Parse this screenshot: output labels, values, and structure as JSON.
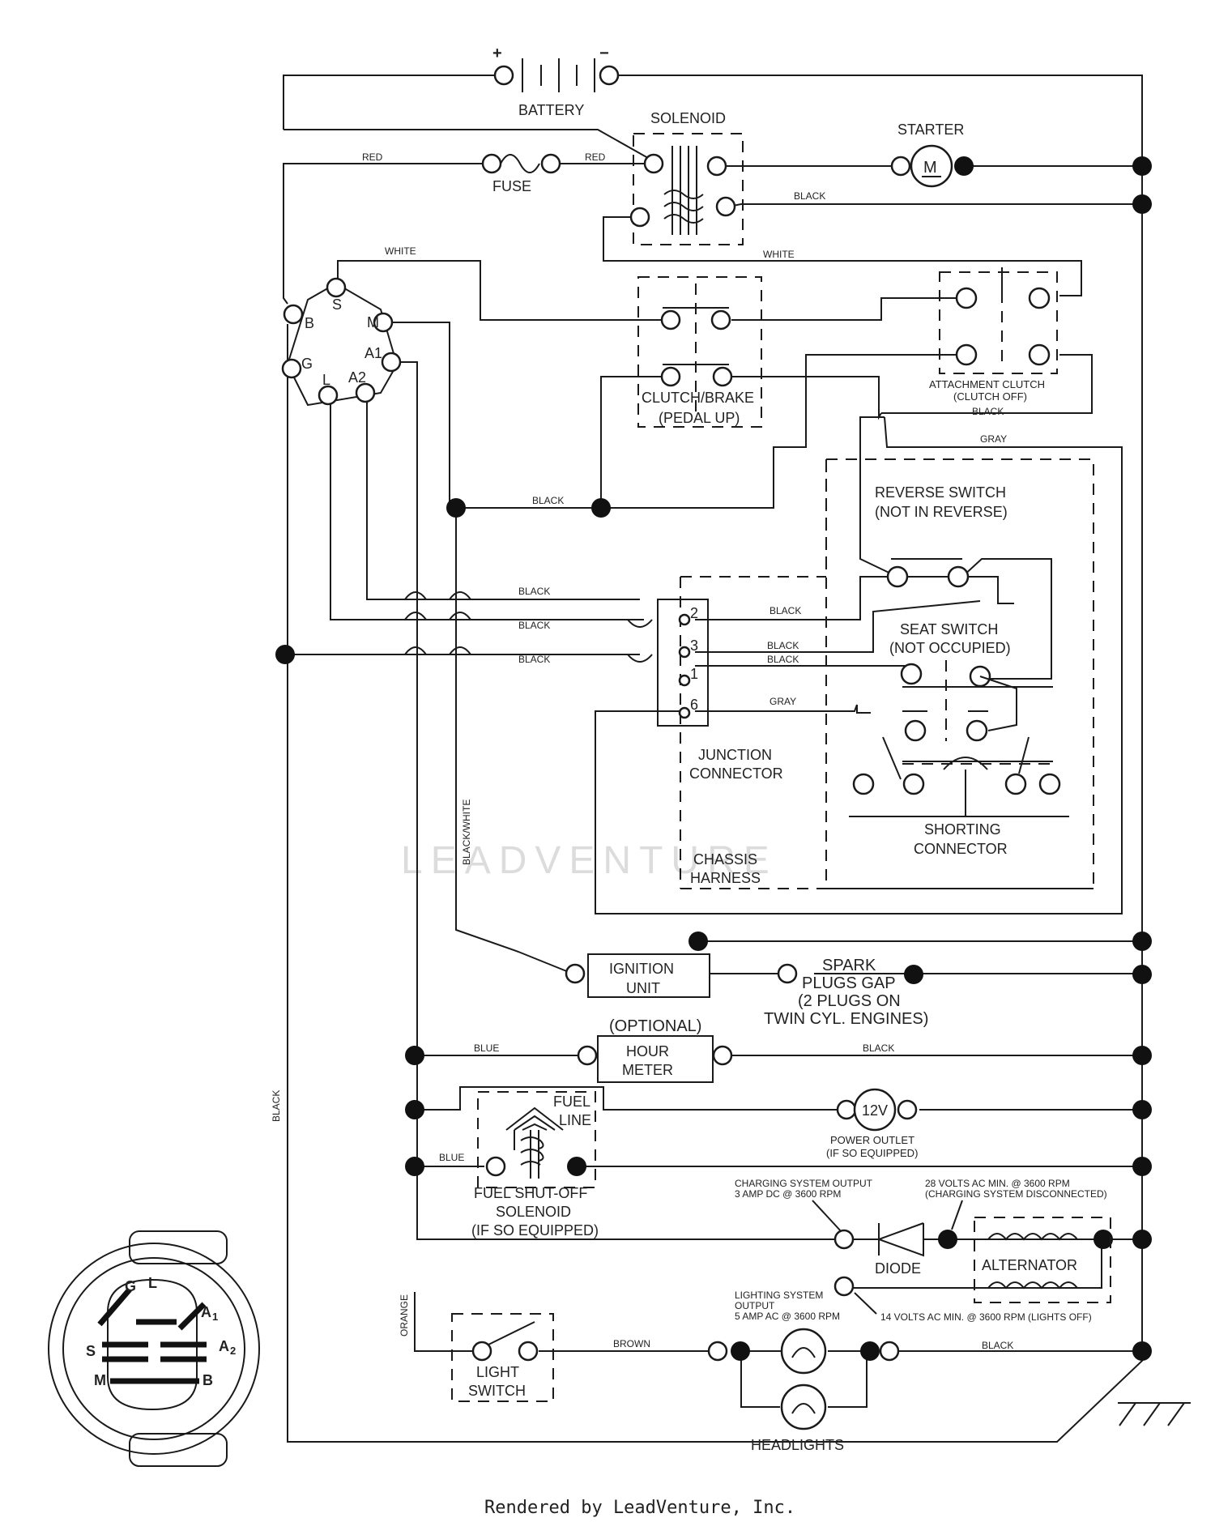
{
  "watermark": "LEADVENTURE",
  "footer": "Rendered by LeadVenture, Inc.",
  "components": {
    "battery": "BATTERY",
    "battery_plus": "+",
    "battery_minus": "−",
    "solenoid": "SOLENOID",
    "starter": "STARTER",
    "starter_symbol": "M",
    "fuse": "FUSE",
    "clutch_brake_1": "CLUTCH/BRAKE",
    "clutch_brake_2": "(PEDAL UP)",
    "attachment_clutch_1": "ATTACHMENT CLUTCH",
    "attachment_clutch_2": "(CLUTCH OFF)",
    "reverse_switch_1": "REVERSE SWITCH",
    "reverse_switch_2": "(NOT IN REVERSE)",
    "seat_switch_1": "SEAT SWITCH",
    "seat_switch_2": "(NOT OCCUPIED)",
    "junction_1": "JUNCTION",
    "junction_2": "CONNECTOR",
    "shorting_1": "SHORTING",
    "shorting_2": "CONNECTOR",
    "chassis_1": "CHASSIS",
    "chassis_2": "HARNESS",
    "ignition_1": "IGNITION",
    "ignition_2": "UNIT",
    "spark_1": "SPARK",
    "spark_2": "PLUGS GAP",
    "spark_3": "(2 PLUGS ON",
    "spark_4": "TWIN CYL. ENGINES)",
    "optional": "(OPTIONAL)",
    "hour_1": "HOUR",
    "hour_2": "METER",
    "fuel_line_1": "FUEL",
    "fuel_line_2": "LINE",
    "outlet_symbol": "12V",
    "outlet_1": "POWER OUTLET",
    "outlet_2": "(IF SO EQUIPPED)",
    "fuel_sol_1": "FUEL SHUT-OFF",
    "fuel_sol_2": "SOLENOID",
    "fuel_sol_3": "(IF SO EQUIPPED)",
    "charging_1": "CHARGING SYSTEM OUTPUT",
    "charging_2": "3 AMP DC @ 3600 RPM",
    "volts28_1": "28 VOLTS AC MIN. @ 3600 RPM",
    "volts28_2": "(CHARGING SYSTEM DISCONNECTED)",
    "diode": "DIODE",
    "alternator": "ALTERNATOR",
    "lighting_1": "LIGHTING SYSTEM",
    "lighting_2": "OUTPUT",
    "lighting_3": "5 AMP AC @ 3600 RPM",
    "volts14": "14 VOLTS AC MIN. @ 3600 RPM (LIGHTS OFF)",
    "light_switch_1": "LIGHT",
    "light_switch_2": "SWITCH",
    "headlights": "HEADLIGHTS"
  },
  "ignition_switch_terminals": {
    "b": "B",
    "s": "S",
    "m": "M",
    "a1": "A1",
    "g": "G",
    "l": "L",
    "a2": "A2"
  },
  "junction_pins": {
    "p2": "2",
    "p3": "3",
    "p1": "1",
    "p6": "6"
  },
  "connector_face": {
    "g": "G",
    "l": "L",
    "a1": "A",
    "a1_sub": "1",
    "a2": "A",
    "a2_sub": "2",
    "s": "S",
    "m": "M",
    "b": "B"
  },
  "wires": {
    "red": "RED",
    "black": "BLACK",
    "white": "WHITE",
    "gray": "GRAY",
    "blue": "BLUE",
    "brown": "BROWN",
    "orange": "ORANGE",
    "black_white": "BLACK/WHITE"
  }
}
